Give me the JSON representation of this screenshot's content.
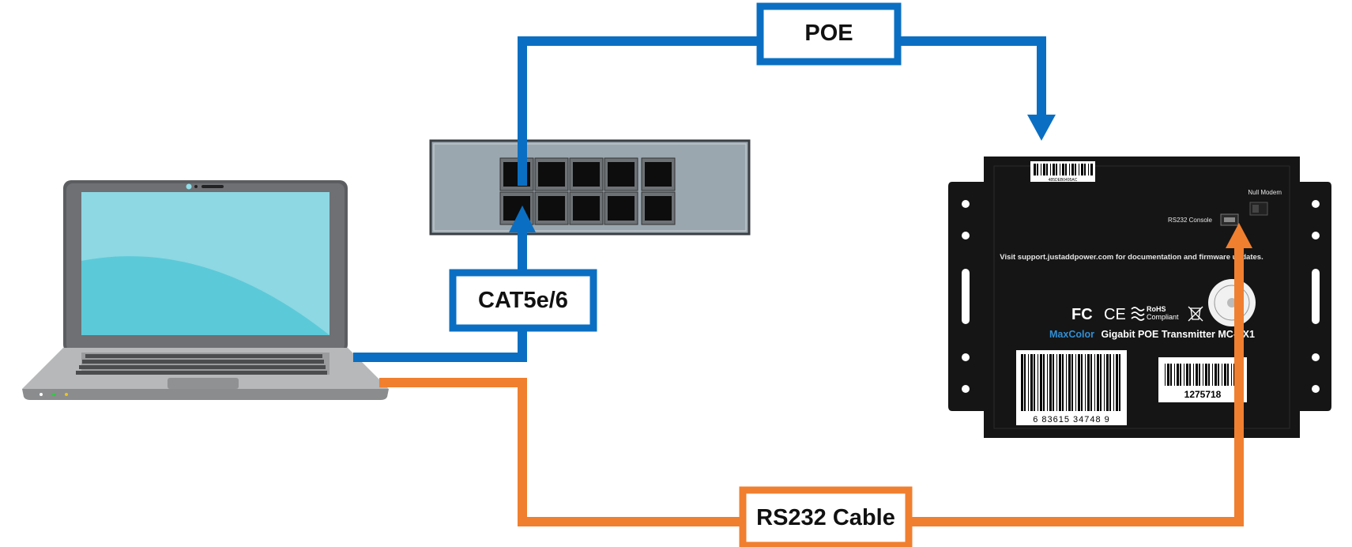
{
  "labels": {
    "poe": "POE",
    "cat": "CAT5e/6",
    "rs232": "RS232 Cable"
  },
  "device": {
    "null_modem": "Null Modem",
    "rs232_console": "RS232 Console",
    "support_text": "Visit support.justaddpower.com for documentation and firmware updates.",
    "brand": "MaxColor",
    "model": "Gigabit POE Transmitter MC-TX1",
    "rohs": "RoHS",
    "compliant": "Compliant",
    "fc": "FC",
    "ce": "CE",
    "mac_label": "485DEB0495AC",
    "upc": "6 83615 34748 9",
    "serial": "1275718"
  },
  "colors": {
    "blue": "#0A6FC2",
    "orange": "#F07F2F",
    "switch_body": "#9BA7AF",
    "device_body": "#151515"
  }
}
